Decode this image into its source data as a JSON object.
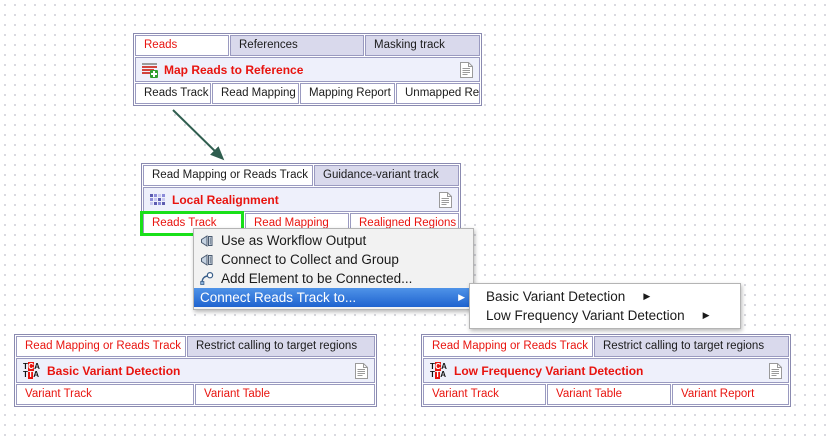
{
  "canvas": {
    "background_color": "#ffffff",
    "grid_dot_color": "#d0d0d8",
    "accent_red": "#e8140f",
    "port_lavender": "#d9d9ec",
    "selection_green": "#19e019",
    "menu_highlight_blue": "#2463cf"
  },
  "elements": {
    "map_reads": {
      "name": "Map Reads to Reference",
      "icon": "map-reads-icon",
      "doc_icon": "document-icon",
      "inputs": [
        {
          "label": "Reads",
          "connected": true
        },
        {
          "label": "References",
          "connected": false
        },
        {
          "label": "Masking track",
          "connected": false
        }
      ],
      "outputs": [
        {
          "label": "Reads Track",
          "connected": false
        },
        {
          "label": "Read Mapping",
          "connected": false
        },
        {
          "label": "Mapping Report",
          "connected": false
        },
        {
          "label": "Unmapped Reads",
          "connected": false
        }
      ]
    },
    "local_realignment": {
      "name": "Local Realignment",
      "icon": "local-realignment-icon",
      "doc_icon": "document-icon",
      "inputs": [
        {
          "label": "Read Mapping or Reads Track",
          "connected": false
        },
        {
          "label": "Guidance-variant track",
          "connected": false
        }
      ],
      "outputs": [
        {
          "label": "Reads Track",
          "connected": true
        },
        {
          "label": "Read Mapping",
          "connected": true
        },
        {
          "label": "Realigned Regions",
          "connected": true
        }
      ]
    },
    "basic_variant_detection": {
      "name": "Basic Variant Detection",
      "icon": "variant-detection-icon",
      "doc_icon": "document-icon",
      "inputs": [
        {
          "label": "Read Mapping or Reads Track",
          "connected": true
        },
        {
          "label": "Restrict calling to target regions",
          "connected": false
        }
      ],
      "outputs": [
        {
          "label": "Variant Track",
          "connected": true
        },
        {
          "label": "Variant Table",
          "connected": true
        }
      ]
    },
    "low_frequency_variant_detection": {
      "name": "Low Frequency Variant Detection",
      "icon": "variant-detection-icon",
      "doc_icon": "document-icon",
      "inputs": [
        {
          "label": "Read Mapping or Reads Track",
          "connected": true
        },
        {
          "label": "Restrict calling to target regions",
          "connected": false
        }
      ],
      "outputs": [
        {
          "label": "Variant Track",
          "connected": true
        },
        {
          "label": "Variant Table",
          "connected": true
        },
        {
          "label": "Variant Report",
          "connected": true
        }
      ]
    }
  },
  "context_menu": {
    "items": [
      {
        "label": "Use as Workflow Output",
        "icon": "workflow-output-icon",
        "submenu": false,
        "selected": false
      },
      {
        "label": "Connect to Collect and Group",
        "icon": "collect-and-group-icon",
        "submenu": false,
        "selected": false
      },
      {
        "label": "Add Element to be Connected...",
        "icon": "add-element-icon",
        "submenu": false,
        "selected": false
      },
      {
        "label": "Connect Reads Track to...",
        "icon": "",
        "submenu": true,
        "selected": true,
        "arrow": "▶"
      }
    ]
  },
  "submenu": {
    "items": [
      {
        "label": "Basic Variant Detection",
        "arrow": "▶"
      },
      {
        "label": "Low Frequency Variant Detection",
        "arrow": "▶"
      }
    ]
  }
}
